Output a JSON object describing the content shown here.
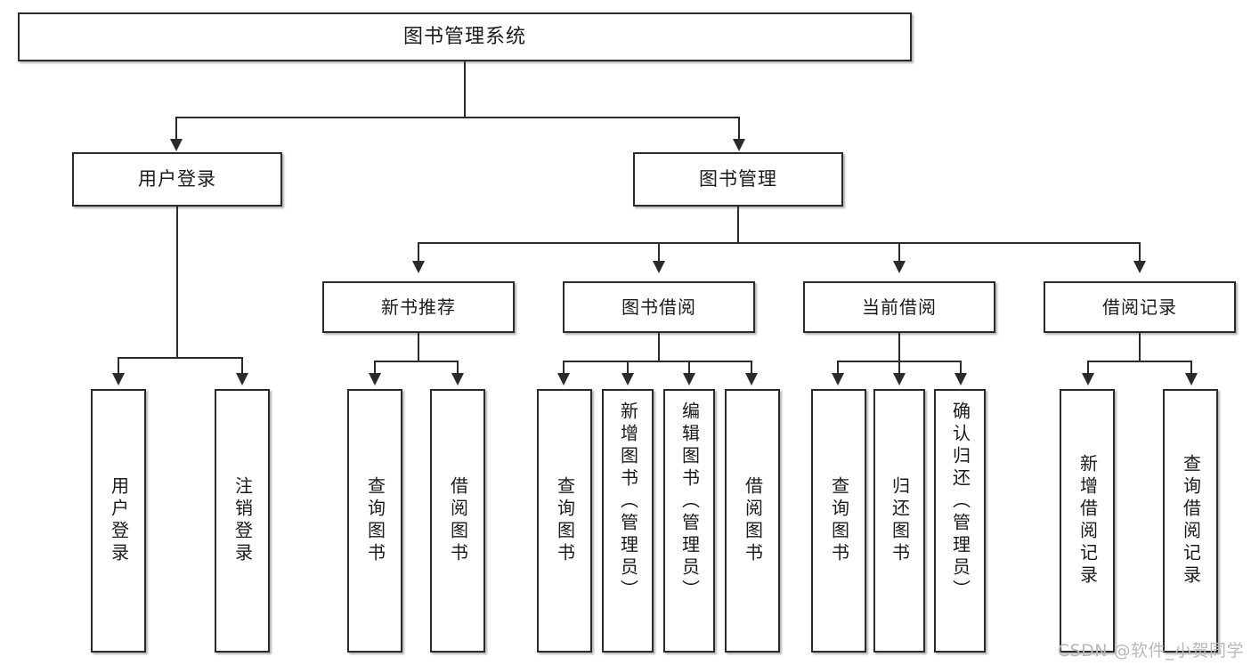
{
  "diagram": {
    "title": "图书管理系统",
    "type": "tree",
    "watermark": "CSDN @软件_小贺同学",
    "colors": {
      "stroke": "#2b2b2b",
      "fill": "#ffffff",
      "text": "#1b1b1b",
      "watermark": "#b9b9b9"
    },
    "root": {
      "label": "图书管理系统"
    },
    "level2": [
      {
        "label": "用户登录"
      },
      {
        "label": "图书管理"
      }
    ],
    "level3": [
      {
        "label": "新书推荐"
      },
      {
        "label": "图书借阅"
      },
      {
        "label": "当前借阅"
      },
      {
        "label": "借阅记录"
      }
    ],
    "leaves": {
      "user_login": [
        {
          "label": "用户登录"
        },
        {
          "label": "注销登录"
        }
      ],
      "new_book_recommend": [
        {
          "label": "查询图书"
        },
        {
          "label": "借阅图书"
        }
      ],
      "book_borrow": [
        {
          "label": "查询图书"
        },
        {
          "label": "新增图书（管理员）"
        },
        {
          "label": "编辑图书（管理员）"
        },
        {
          "label": "借阅图书"
        }
      ],
      "current_borrow": [
        {
          "label": "查询图书"
        },
        {
          "label": "归还图书"
        },
        {
          "label": "确认归还（管理员）"
        }
      ],
      "borrow_records": [
        {
          "label": "新增借阅记录"
        },
        {
          "label": "查询借阅记录"
        }
      ]
    }
  }
}
